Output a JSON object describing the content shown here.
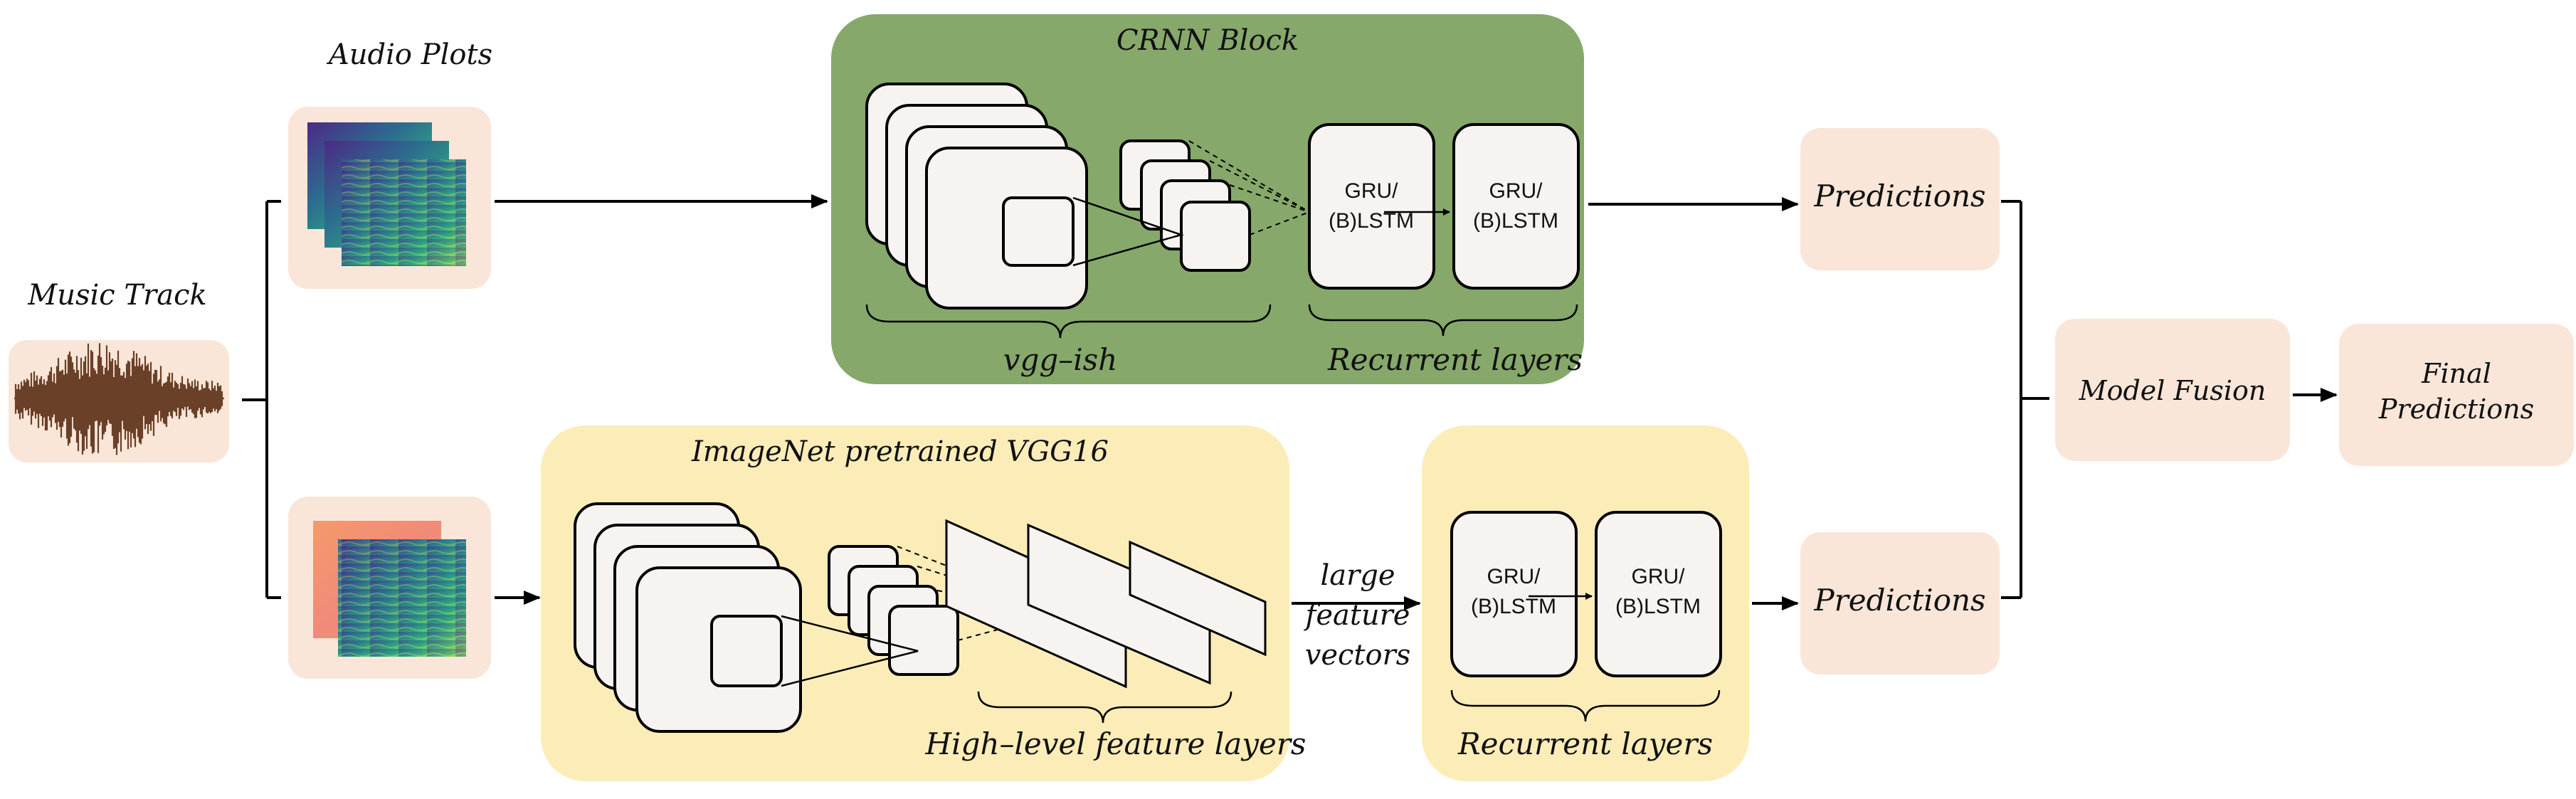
{
  "diagram": {
    "input": {
      "label": "Music Track"
    },
    "audio_plots": {
      "label": "Audio Plots"
    },
    "crnn_block": {
      "title": "CRNN Block",
      "cnn_label": "vgg–ish",
      "recurrent_label": "Recurrent layers",
      "units": [
        {
          "line1": "GRU/",
          "line2": "(B)LSTM"
        },
        {
          "line1": "GRU/",
          "line2": "(B)LSTM"
        }
      ]
    },
    "vgg16_block": {
      "title": "ImageNet pretrained VGG16",
      "feature_label": "High–level feature layers"
    },
    "feature_vectors": {
      "line1": "large",
      "line2": "feature",
      "line3": "vectors"
    },
    "recurrent_block": {
      "label": "Recurrent layers",
      "units": [
        {
          "line1": "GRU/",
          "line2": "(B)LSTM"
        },
        {
          "line1": "GRU/",
          "line2": "(B)LSTM"
        }
      ]
    },
    "predictions_top": "Predictions",
    "predictions_bottom": "Predictions",
    "model_fusion": "Model Fusion",
    "final_predictions": {
      "line1": "Final",
      "line2": "Predictions"
    }
  },
  "colors": {
    "peach": "#f9e6d8",
    "green": "#86a86a",
    "yellow": "#fcedb8",
    "card": "#f7f3f0",
    "waveform": "#6b4028"
  }
}
